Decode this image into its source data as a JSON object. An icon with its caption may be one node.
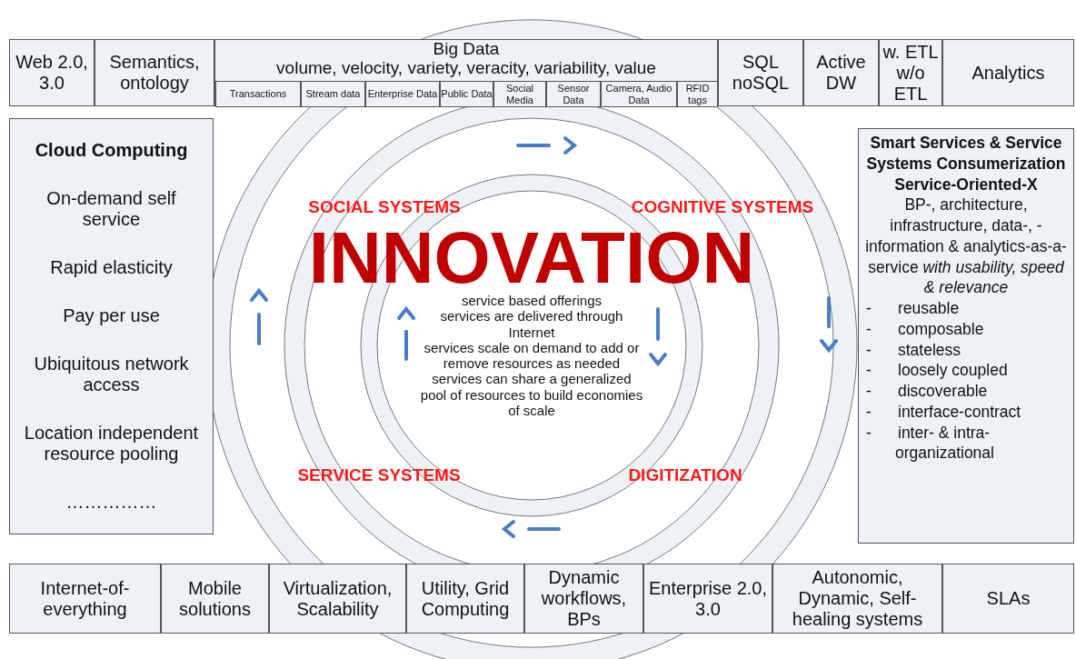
{
  "diagram": {
    "nodes": [
      {
        "text": [
          "Web 2.0, 3.0"
        ]
      },
      {
        "text": [
          "Semantics, ontology"
        ]
      },
      {
        "text": [
          "Big Data",
          "volume, velocity, variety, veracity, variability, value"
        ]
      },
      {
        "text": [
          "Transactions"
        ],
        "in": 2
      },
      {
        "text": [
          "Stream data"
        ],
        "in": 2
      },
      {
        "text": [
          "Enterprise Data"
        ],
        "in": 2
      },
      {
        "text": [
          "Public Data"
        ],
        "in": 2
      },
      {
        "text": [
          "Social Media"
        ],
        "in": 2
      },
      {
        "text": [
          "Sensor Data"
        ],
        "in": 2
      },
      {
        "text": [
          "Camera, Audio Data"
        ],
        "in": 2
      },
      {
        "text": [
          "RFID tags"
        ],
        "in": 2
      },
      {
        "text": [
          "SQL noSQL"
        ]
      },
      {
        "text": [
          "Active DW"
        ]
      },
      {
        "text": [
          "w. ETL w/o ETL"
        ]
      },
      {
        "text": [
          "Analytics"
        ]
      },
      {
        "text": [
          "Cloud Computing",
          "On-demand self service",
          "Rapid elasticity",
          "Pay per use",
          "Ubiquitous network access",
          "Location independent resource pooling",
          "……………"
        ]
      },
      {
        "text": [
          "Smart Services & Service Systems Consumerization Service-Oriented-X",
          "BP-, architecture, infrastructure, data-, -information & analytics-as-a-service *with usability, speed & relevance*",
          "- reusable",
          "- composable",
          "- stateless",
          "- loosely coupled",
          "- discoverable",
          "- interface-contract",
          "- inter- & intra-organizational"
        ]
      },
      {
        "text": [
          "service based offerings",
          "services are delivered through Internet",
          "services scale on demand to add or remove resources as needed",
          "services can share a generalized pool of resources to build economies of scale"
        ]
      },
      {
        "text": [
          "Internet-of-everything"
        ]
      },
      {
        "text": [
          "Mobile solutions"
        ]
      },
      {
        "text": [
          "Virtualization, Scalability"
        ]
      },
      {
        "text": [
          "Utility, Grid Computing"
        ]
      },
      {
        "text": [
          "Dynamic workflows, BPs"
        ]
      },
      {
        "text": [
          "Enterprise 2.0, 3.0"
        ]
      },
      {
        "text": [
          "Autonomic, Dynamic, Self-healing systems"
        ]
      },
      {
        "text": [
          "SLAs"
        ]
      }
    ],
    "labels": [
      "INNOVATION",
      "SOCIAL SYSTEMS",
      "COGNITIVE SYSTEMS",
      "SERVICE SYSTEMS",
      "DIGITIZATION"
    ]
  }
}
